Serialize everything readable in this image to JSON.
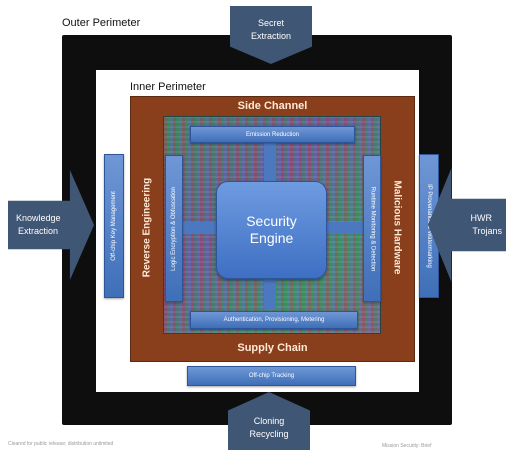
{
  "perimeters": {
    "outer_label": "Outer Perimeter",
    "inner_label": "Inner Perimeter"
  },
  "inner": {
    "top": "Side Channel",
    "bottom": "Supply Chain",
    "left": "Reverse Engineering",
    "right": "Malicious Hardware"
  },
  "bars": {
    "top": "Emission Reduction",
    "bottom": "Authentication, Provisioning, Metering",
    "left_inner": "Logic Encryption & Obfuscation",
    "right_inner": "Runtime Monitoring & Detection",
    "left_outer": "Off-chip Key Management",
    "right_outer": "IP Provenance & Watermarking",
    "bottom_outer": "Off-chip Tracking"
  },
  "engine": {
    "line1": "Security",
    "line2": "Engine"
  },
  "threats": {
    "top_line1": "Secret",
    "top_line2": "Extraction",
    "left_line1": "Knowledge",
    "left_line2": "Extraction",
    "right_line1": "HWR",
    "right_line2": "Trojans",
    "bottom_line1": "Cloning",
    "bottom_line2": "Recycling"
  },
  "footnotes": {
    "left": "Cleared for public release; distribution unlimited",
    "right": "Mission Security: Brief"
  },
  "colors": {
    "outer": "#0e0e0e",
    "inner": "#8a3f1c",
    "bar": "#4f7fc8",
    "arrow": "#3f5675"
  }
}
